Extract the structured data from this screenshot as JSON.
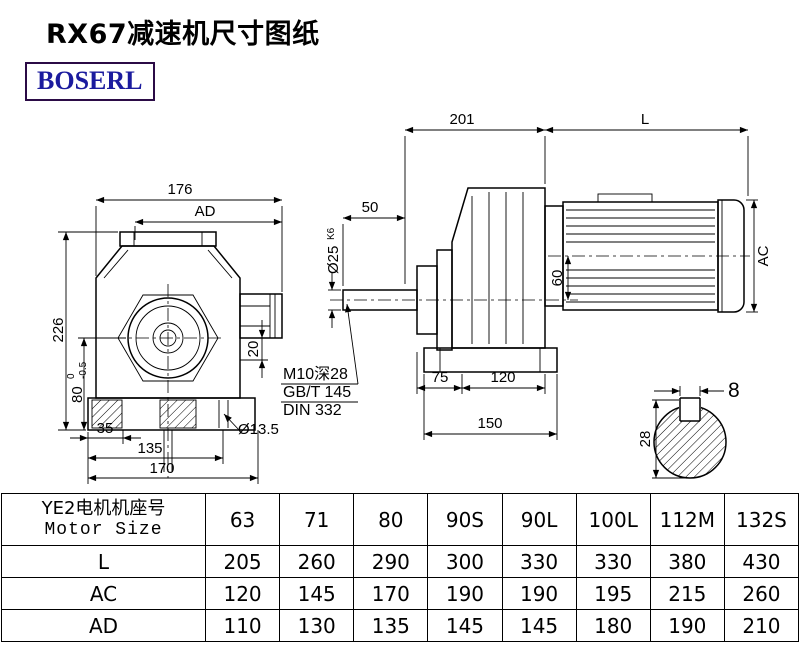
{
  "header": {
    "title": "RX67减速机尺寸图纸",
    "brand": "BOSERL"
  },
  "front_view": {
    "dim_176": "176",
    "dim_ad": "AD",
    "dim_226": "226",
    "dim_80": "80",
    "dim_80_tol_upper": "0",
    "dim_80_tol_lower": "-0.5",
    "dim_20": "20",
    "dim_35": "35",
    "dim_135": "135",
    "dim_170": "170",
    "dim_hole": "Ø13.5"
  },
  "side_view": {
    "dim_201": "201",
    "dim_l": "L",
    "dim_50": "50",
    "dim_shaft_dia": "Ø25",
    "dim_shaft_fit": "K6",
    "dim_60": "60",
    "dim_ac": "AC",
    "thread_note": "M10深28",
    "std_note_1": "GB/T 145",
    "std_note_2": "DIN 332",
    "dim_75": "75",
    "dim_120": "120",
    "dim_150": "150"
  },
  "shaft_detail": {
    "dim_key_width": "8",
    "dim_28": "28"
  },
  "table": {
    "header": {
      "label_cn": "YE2电机机座号",
      "label_en": "Motor Size",
      "sizes": [
        "63",
        "71",
        "80",
        "90S",
        "90L",
        "100L",
        "112M",
        "132S"
      ]
    },
    "rows": [
      {
        "label": "L",
        "values": [
          "205",
          "260",
          "290",
          "300",
          "330",
          "330",
          "380",
          "430"
        ]
      },
      {
        "label": "AC",
        "values": [
          "120",
          "145",
          "170",
          "190",
          "190",
          "195",
          "215",
          "260"
        ]
      },
      {
        "label": "AD",
        "values": [
          "110",
          "130",
          "135",
          "145",
          "145",
          "180",
          "190",
          "210"
        ]
      }
    ]
  }
}
